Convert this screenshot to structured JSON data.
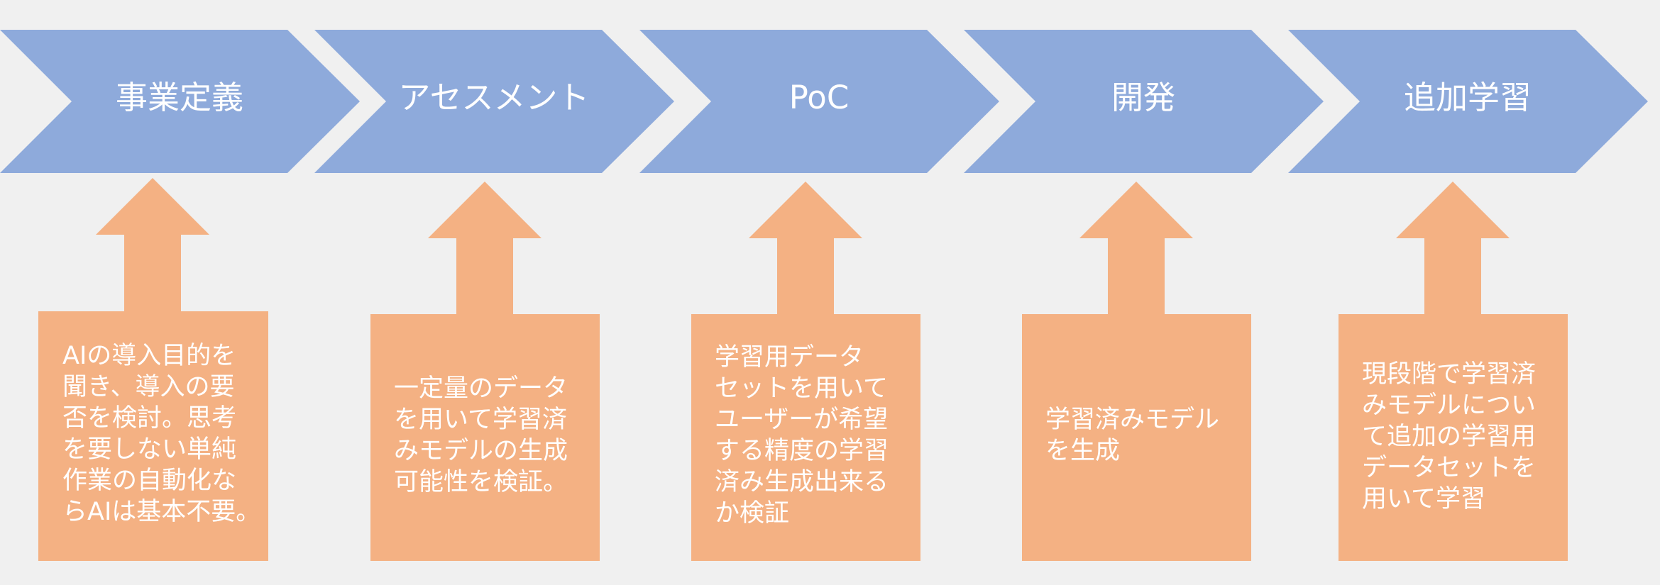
{
  "colors": {
    "background": "#f0f0f0",
    "chevron": "#8eaadb",
    "box": "#f4b183",
    "text": "#ffffff"
  },
  "steps": [
    {
      "label": "事業定義",
      "description": "AIの導入目的を\n聞き、導入の要\n否を検討。思考\nを要しない単純\n作業の自動化な\nらAIは基本不要。"
    },
    {
      "label": "アセスメント",
      "description": "一定量のデータ\nを用いて学習済\nみモデルの生成\n可能性を検証。"
    },
    {
      "label": "PoC",
      "description": "学習用データ\nセットを用いて\nユーザーが希望\nする精度の学習\n済み生成出来る\nか検証"
    },
    {
      "label": "開発",
      "description": "学習済みモデル\nを生成"
    },
    {
      "label": "追加学習",
      "description": "現段階で学習済\nみモデルについ\nて追加の学習用\nデータセットを\n用いて学習"
    }
  ]
}
